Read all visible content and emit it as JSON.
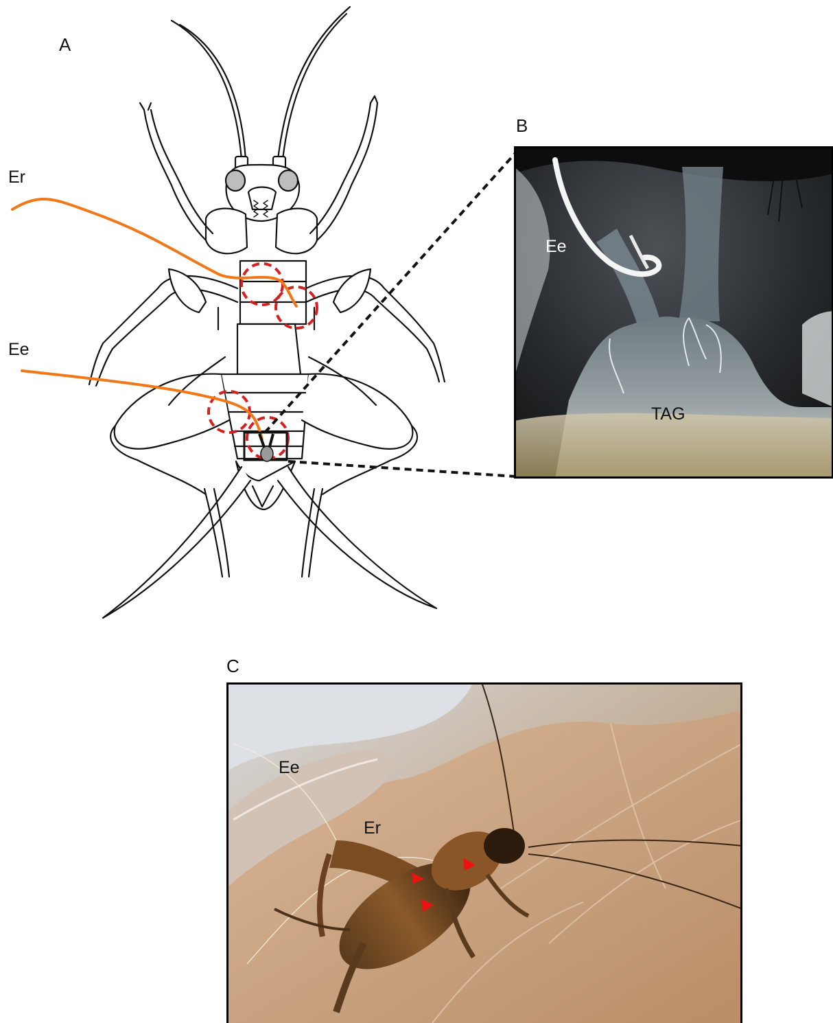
{
  "panels": {
    "a": {
      "letter": "A",
      "labels": {
        "er": "Er",
        "ee": "Ee"
      }
    },
    "b": {
      "letter": "B",
      "labels": {
        "ee": "Ee",
        "tag": "TAG"
      }
    },
    "c": {
      "letter": "C",
      "labels": {
        "ee": "Ee",
        "er": "Er"
      }
    }
  },
  "colors": {
    "electrode": "#f07818",
    "recording_site": "#d62020",
    "marker": "#ee1111",
    "outline": "#111111",
    "frame": "#000000"
  }
}
